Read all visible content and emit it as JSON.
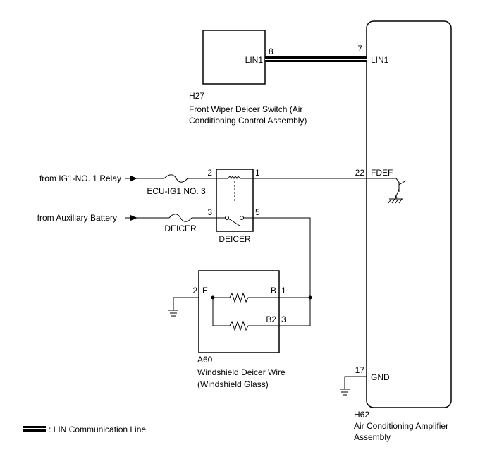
{
  "amplifier": {
    "code": "H62",
    "name_line1": "Air Conditioning Amplifier",
    "name_line2": "Assembly",
    "pins": {
      "lin1": {
        "number": "7",
        "label": "LIN1"
      },
      "fdef": {
        "number": "22",
        "label": "FDEF"
      },
      "gnd": {
        "number": "17",
        "label": "GND"
      }
    }
  },
  "switch": {
    "code": "H27",
    "name_line1": "Front Wiper Deicer Switch (Air",
    "name_line2": "Conditioning Control Assembly)",
    "pin": {
      "number": "8",
      "label": "LIN1"
    }
  },
  "relay": {
    "name": "DEICER",
    "pins": {
      "p1": "1",
      "p2": "2",
      "p3": "3",
      "p5": "5"
    }
  },
  "fuses": {
    "ecu": "ECU-IG1 NO. 3",
    "deicer": "DEICER"
  },
  "sources": {
    "ig1": "from IG1-NO. 1 Relay",
    "battery": "from Auxiliary Battery"
  },
  "wire": {
    "code": "A60",
    "name_line1": "Windshield Deicer Wire",
    "name_line2": "(Windshield Glass)",
    "pins": {
      "e": {
        "number": "2",
        "label": "E"
      },
      "b": {
        "number": "1",
        "label": "B"
      },
      "b2": {
        "number": "3",
        "label": "B2"
      }
    }
  },
  "legend": {
    "text": ": LIN Communication Line"
  }
}
